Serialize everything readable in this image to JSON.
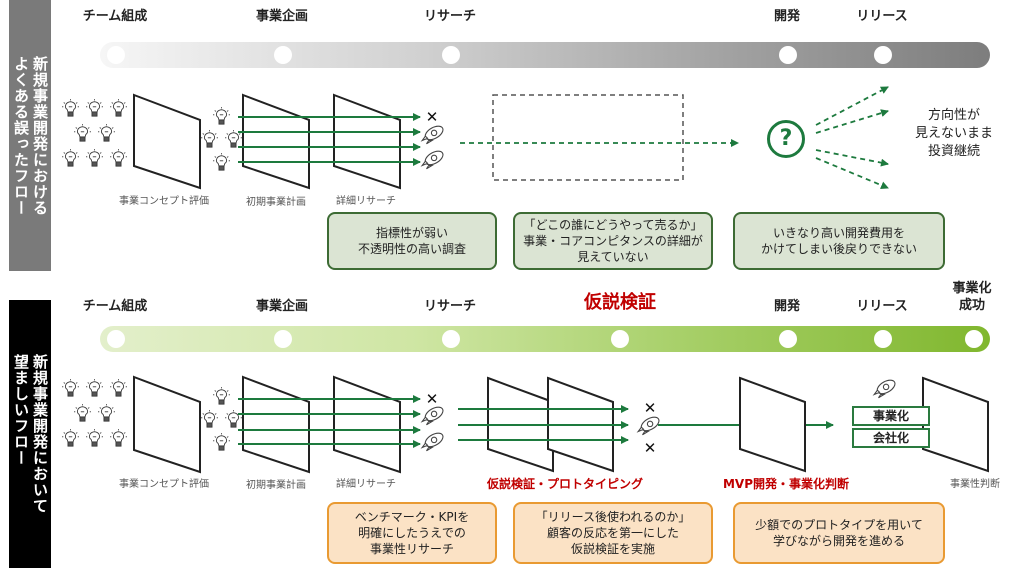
{
  "flows": [
    {
      "id": "common-mistake",
      "side_label": "新規事業開発における\nよくある誤ったフロー",
      "stages": [
        "チーム組成",
        "事業企画",
        "リサーチ",
        "開発",
        "リリース"
      ],
      "gate_labels": [
        "事業コンセプト評価",
        "初期事業計画",
        "詳細リサーチ"
      ],
      "outcome_text": "方向性が\n見えないまま\n投資継続",
      "question_mark": "?",
      "notes": [
        "指標性が弱い\n不透明性の高い調査",
        "「どこの誰にどうやって売るか」\n事業・コアコンピタンスの詳細が\n見えていない",
        "いきなり高い開発費用を\nかけてしまい後戻りできない"
      ]
    },
    {
      "id": "desired",
      "side_label": "新規事業開発において\n望ましいフロー",
      "stages": [
        "チーム組成",
        "事業企画",
        "リサーチ",
        "仮説検証",
        "開発",
        "リリース",
        "事業化\n成功"
      ],
      "highlight_stage": "仮説検証",
      "gate_labels": [
        "事業コンセプト評価",
        "初期事業計画",
        "詳細リサーチ",
        "仮説検証・プロトタイピング",
        "MVP開発・事業化判断",
        "事業性判断"
      ],
      "result_tags": [
        "事業化",
        "会社化"
      ],
      "notes": [
        "ベンチマーク・KPIを\n明確にしたうえでの\n事業性リサーチ",
        "「リリース後使われるのか」\n顧客の反応を第一にした\n仮説検証を実施",
        "少額でのプロトタイプを用いて\n学びながら開発を進める"
      ]
    }
  ],
  "icons": {
    "idea": "lightbulb-icon",
    "survivor": "rocket-icon",
    "rejected": "x-mark-icon",
    "unknown": "question-icon"
  },
  "colors": {
    "arrow_green": "#1d7a3e",
    "accent_red": "#c00000",
    "note_green_bg": "#dbe4d3",
    "note_orange_bg": "#fbe2c5",
    "note_orange_border": "#e99a32"
  }
}
